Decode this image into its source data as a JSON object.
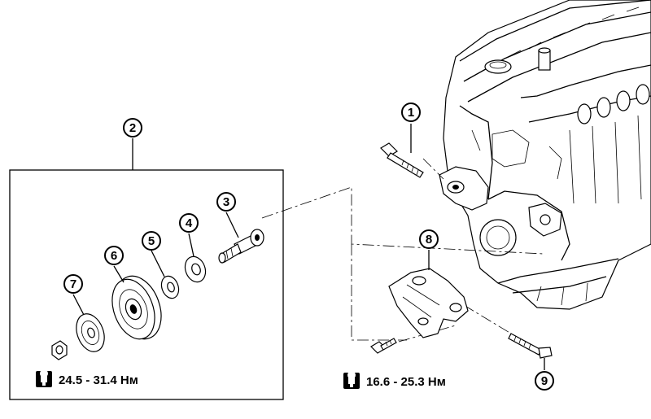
{
  "callouts": {
    "c1": "1",
    "c2": "2",
    "c3": "3",
    "c4": "4",
    "c5": "5",
    "c6": "6",
    "c7": "7",
    "c8": "8",
    "c9": "9"
  },
  "torque": {
    "left": "24.5 - 31.4 Нм",
    "right": "16.6 - 25.3 Нм"
  },
  "icons": {
    "torque": "torque-wrench-icon"
  }
}
